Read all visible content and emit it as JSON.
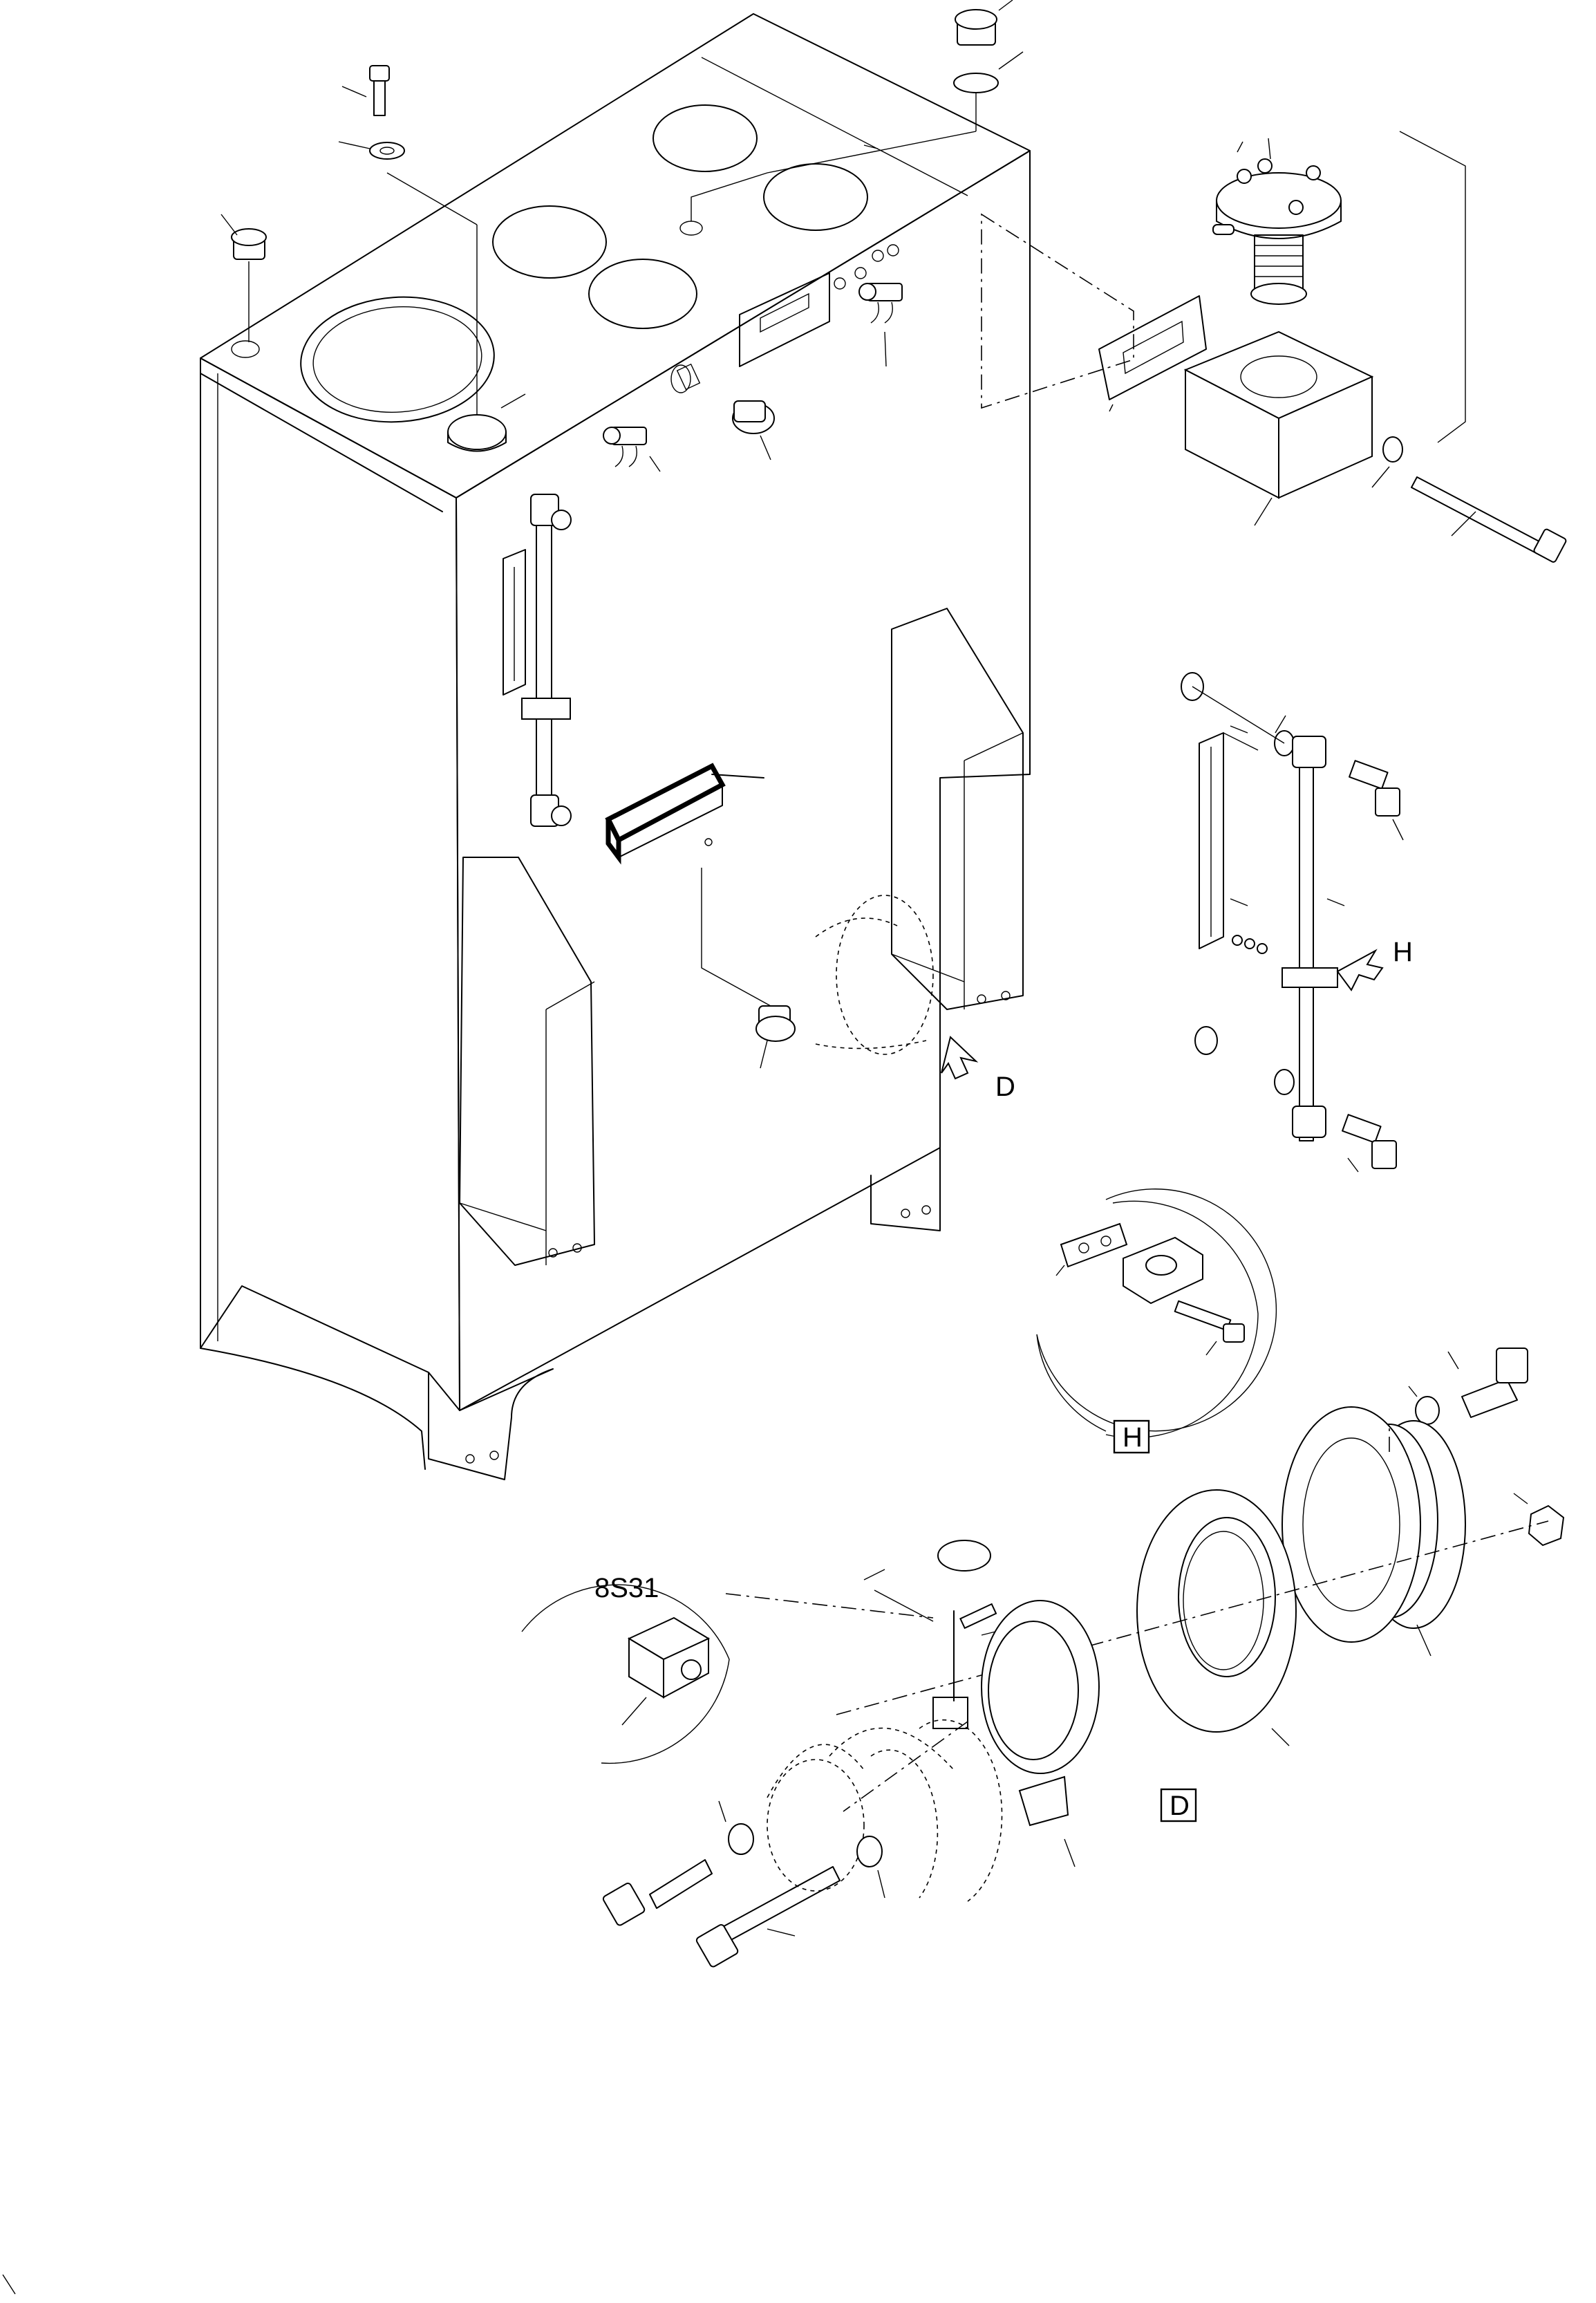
{
  "labels": {
    "view_h": "H",
    "view_d": "D",
    "sensor": "8S31"
  }
}
